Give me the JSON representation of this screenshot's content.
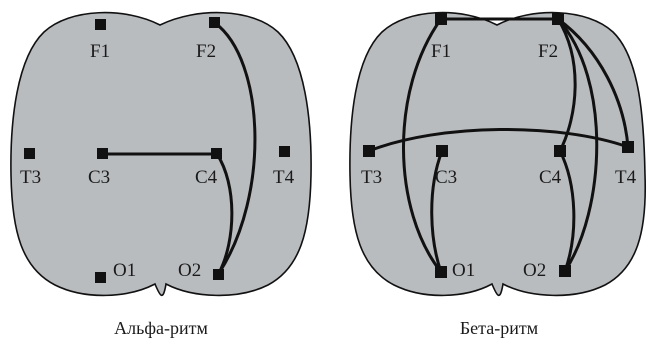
{
  "panels": [
    {
      "caption": "Альфа-ритм",
      "electrodes": {
        "F1": "F1",
        "F2": "F2",
        "T3": "T3",
        "C3": "C3",
        "C4": "C4",
        "T4": "T4",
        "O1": "O1",
        "O2": "O2"
      },
      "connections": [
        [
          "F2",
          "O2"
        ],
        [
          "C3",
          "C4"
        ],
        [
          "C4",
          "O2"
        ]
      ]
    },
    {
      "caption": "Бета-ритм",
      "electrodes": {
        "F1": "F1",
        "F2": "F2",
        "T3": "T3",
        "C3": "C3",
        "C4": "C4",
        "T4": "T4",
        "O1": "O1",
        "O2": "O2"
      },
      "connections": [
        [
          "F1",
          "F2"
        ],
        [
          "F1",
          "O1"
        ],
        [
          "T3",
          "T4"
        ],
        [
          "C3",
          "O1"
        ],
        [
          "F2",
          "C4"
        ],
        [
          "F2",
          "T4"
        ],
        [
          "F2",
          "O2"
        ],
        [
          "C4",
          "O2"
        ]
      ]
    }
  ],
  "colors": {
    "head_fill": "#b9bcbf",
    "line": "#111111"
  }
}
